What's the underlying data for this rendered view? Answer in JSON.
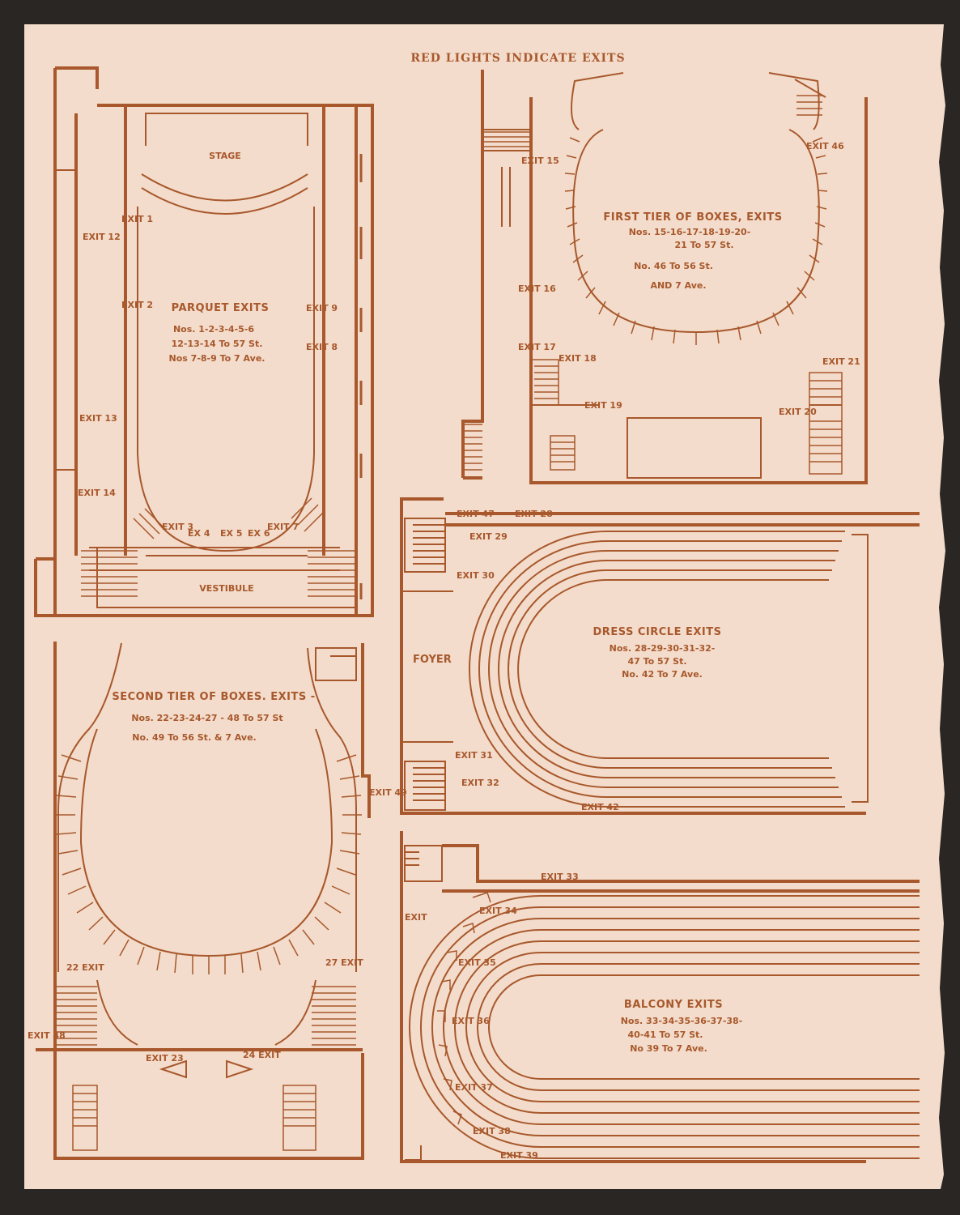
{
  "header": "RED LIGHTS INDICATE EXITS",
  "colors": {
    "ink": "#a8582c",
    "paper": "#f3dccb",
    "background": "#2a2624"
  },
  "plans": {
    "parquet": {
      "stage_label": "STAGE",
      "vestibule_label": "VESTIBULE",
      "title": "PARQUET EXITS",
      "lines": [
        "Nos. 1-2-3-4-5-6",
        "12-13-14 To 57 St.",
        "Nos 7-8-9 To 7 Ave."
      ],
      "exits": [
        "EXIT 1",
        "EXIT 2",
        "EXIT 12",
        "EXIT 13",
        "EXIT 14",
        "EXIT 9",
        "EXIT 8",
        "EXIT 3",
        "EX 4",
        "EX 5",
        "EX 6",
        "EXIT 7"
      ]
    },
    "first_tier": {
      "title": "FIRST TIER OF BOXES, EXITS",
      "lines": [
        "Nos. 15-16-17-18-19-20-",
        "21 To 57 St.",
        "No. 46 To 56 St.",
        "AND 7 Ave."
      ],
      "exits": [
        "EXIT 15",
        "EXIT 16",
        "EXIT 17",
        "EXIT 18",
        "EXIT 19",
        "EXIT 20",
        "EXIT 21",
        "EXIT 46"
      ]
    },
    "second_tier": {
      "title": "SECOND TIER OF BOXES. EXITS -",
      "lines": [
        "Nos. 22-23-24-27 - 48 To 57 St",
        "No. 49 To 56 St. & 7 Ave."
      ],
      "exits": [
        "EXIT 49",
        "22 EXIT",
        "27 EXIT",
        "EXIT 48",
        "EXIT 23",
        "24 EXIT"
      ]
    },
    "dress_circle": {
      "foyer_label": "FOYER",
      "title": "DRESS CIRCLE EXITS",
      "lines": [
        "Nos. 28-29-30-31-32-",
        "47 To 57 St.",
        "No. 42 To 7 Ave."
      ],
      "exits": [
        "EXIT 47",
        "EXIT 28",
        "EXIT 29",
        "EXIT 30",
        "EXIT 31",
        "EXIT 32",
        "EXIT 42"
      ]
    },
    "balcony": {
      "title": "BALCONY EXITS",
      "lines": [
        "Nos. 33-34-35-36-37-38-",
        "40-41 To 57 St.",
        "No 39 To 7 Ave."
      ],
      "exits": [
        "EXIT 33",
        "EXIT",
        "EXIT 34",
        "EXIT 35",
        "EXIT 36",
        "EXIT 37",
        "EXIT 38",
        "EXIT 39"
      ]
    }
  }
}
